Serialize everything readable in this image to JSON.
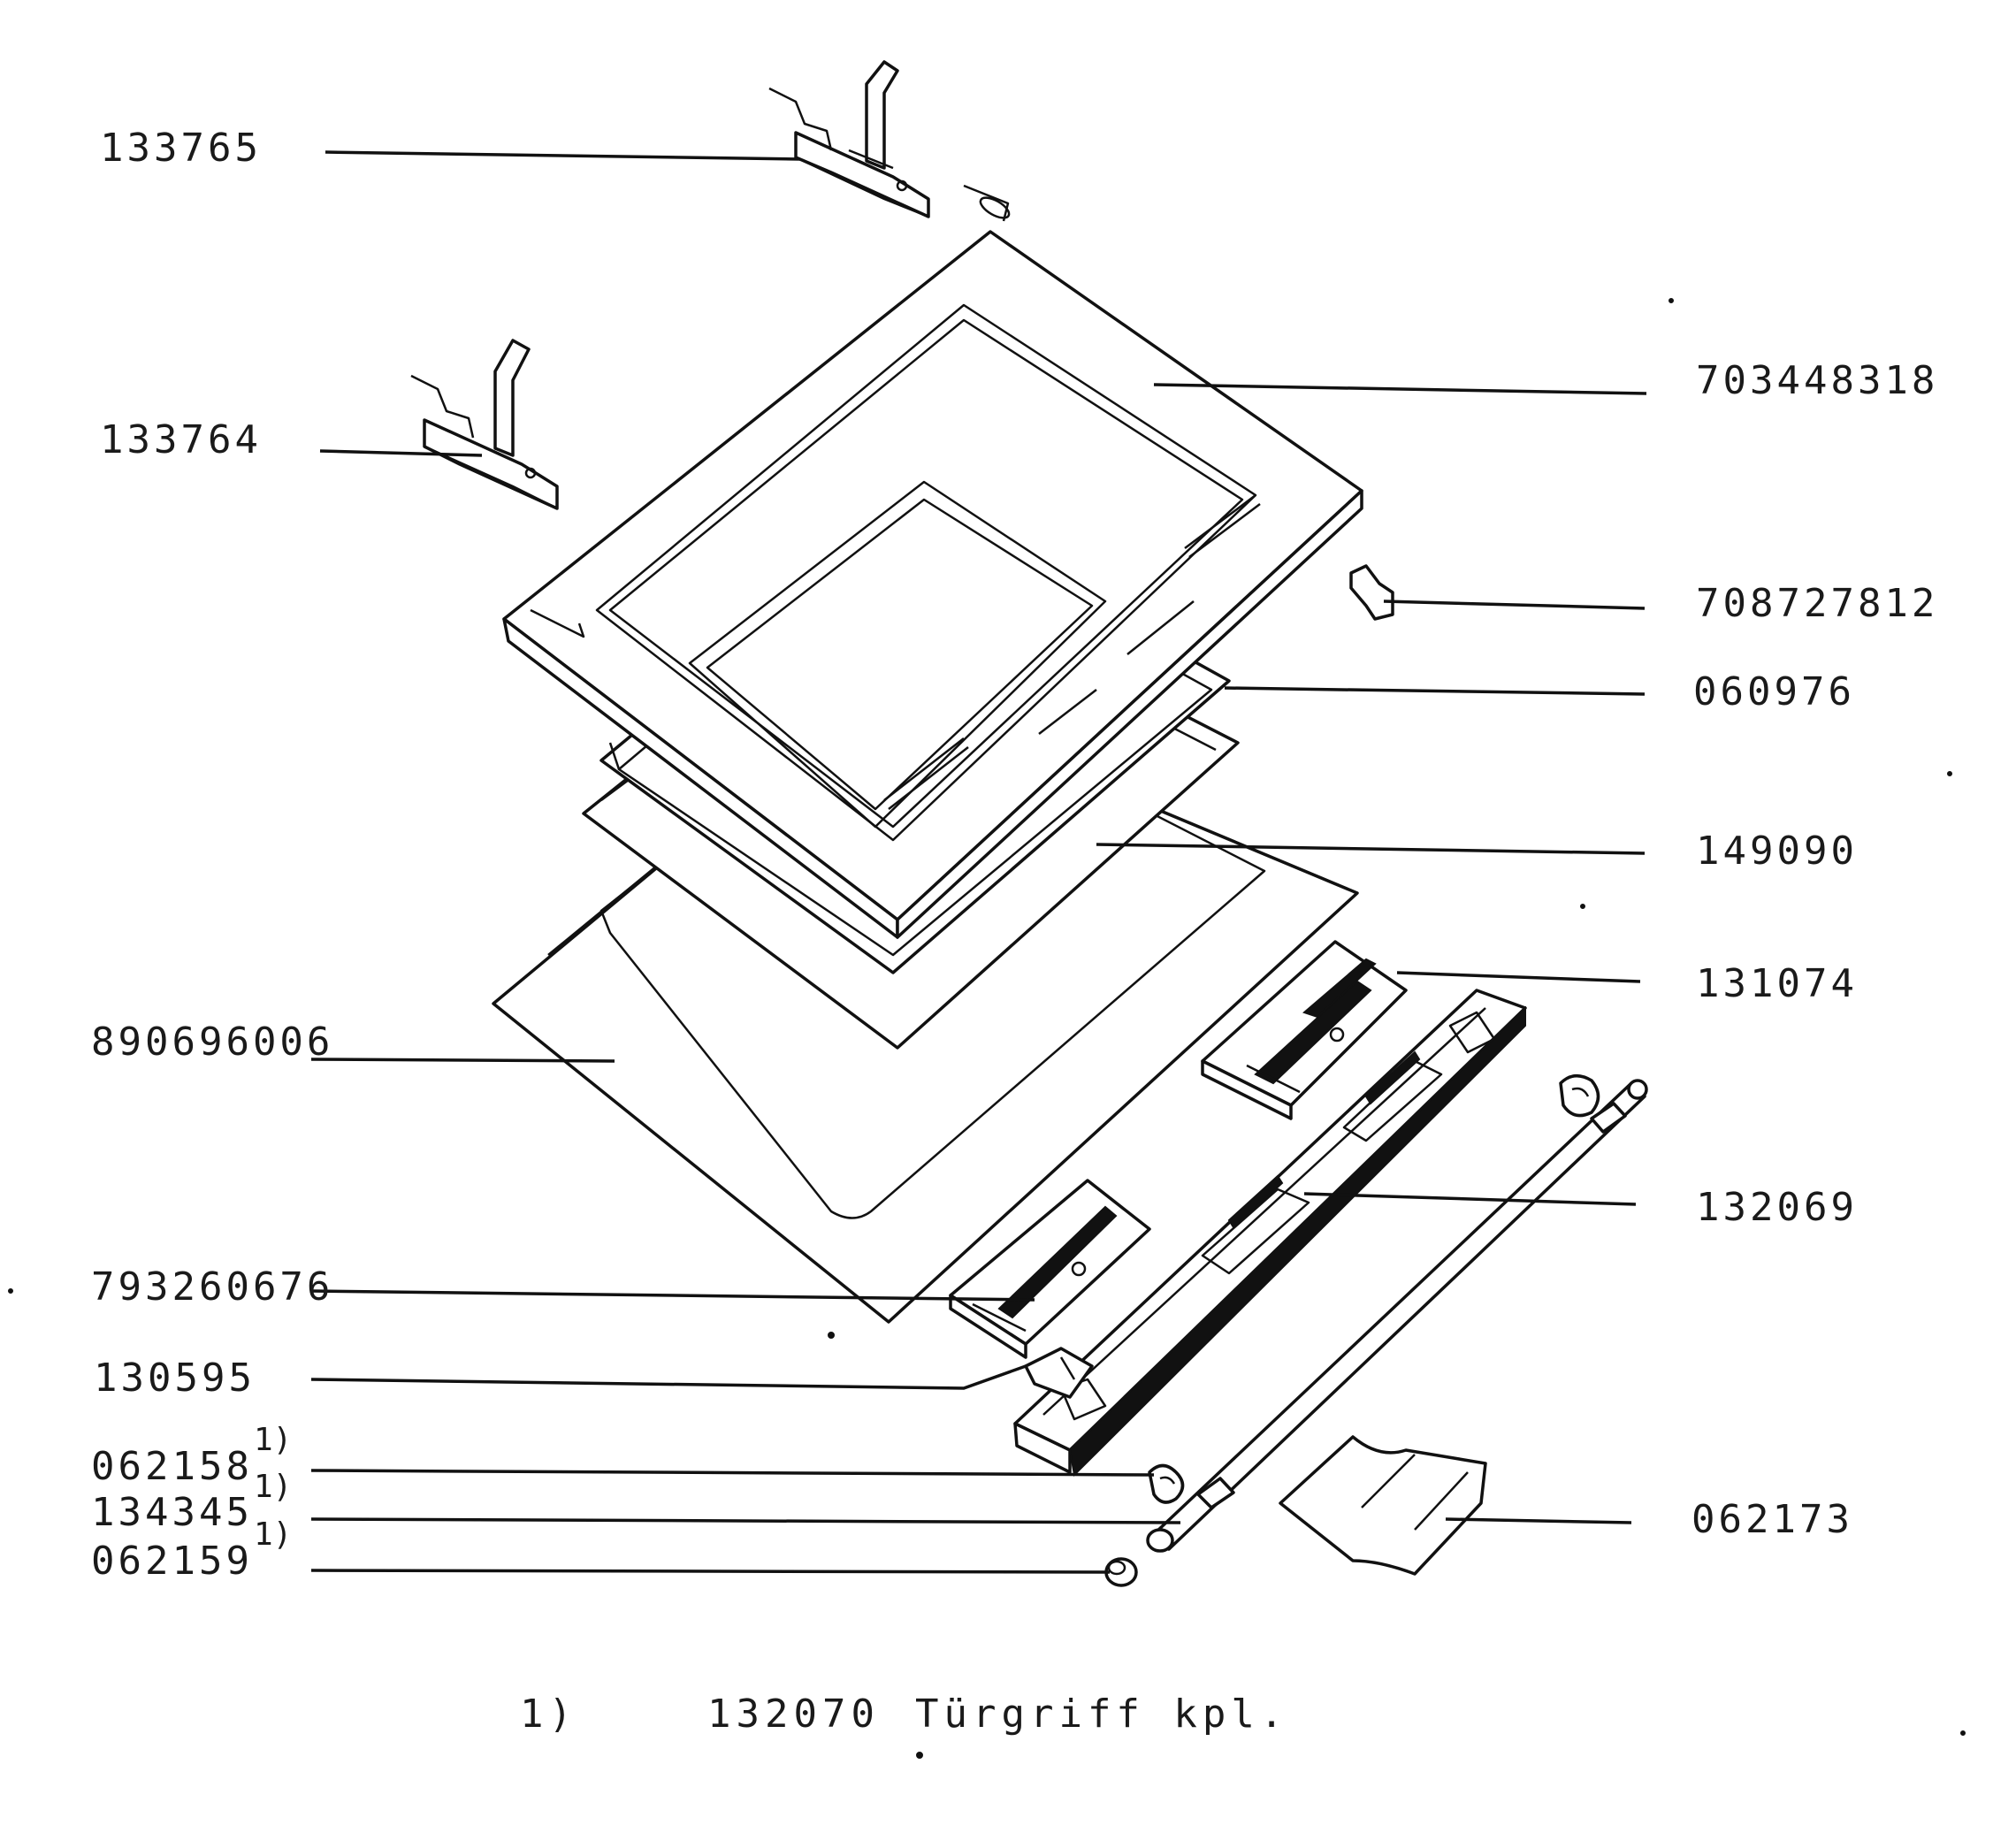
{
  "labels": {
    "p133765": "133765",
    "p133764": "133764",
    "p703448318": "703448318",
    "p708727812": "708727812",
    "p060976": "060976",
    "p149090": "149090",
    "p131074": "131074",
    "p890696006": "890696006",
    "p132069": "132069",
    "p793260676": "793260676",
    "p130595": "130595",
    "p062158": "062158",
    "p134345": "134345",
    "p062159": "062159",
    "p062173": "062173"
  },
  "footnote_marks": {
    "m1": "1)",
    "m2": "1)",
    "m3": "1)"
  },
  "footnote": {
    "marker": "1)",
    "part_number": "132070",
    "description": "Türgriff kpl."
  }
}
